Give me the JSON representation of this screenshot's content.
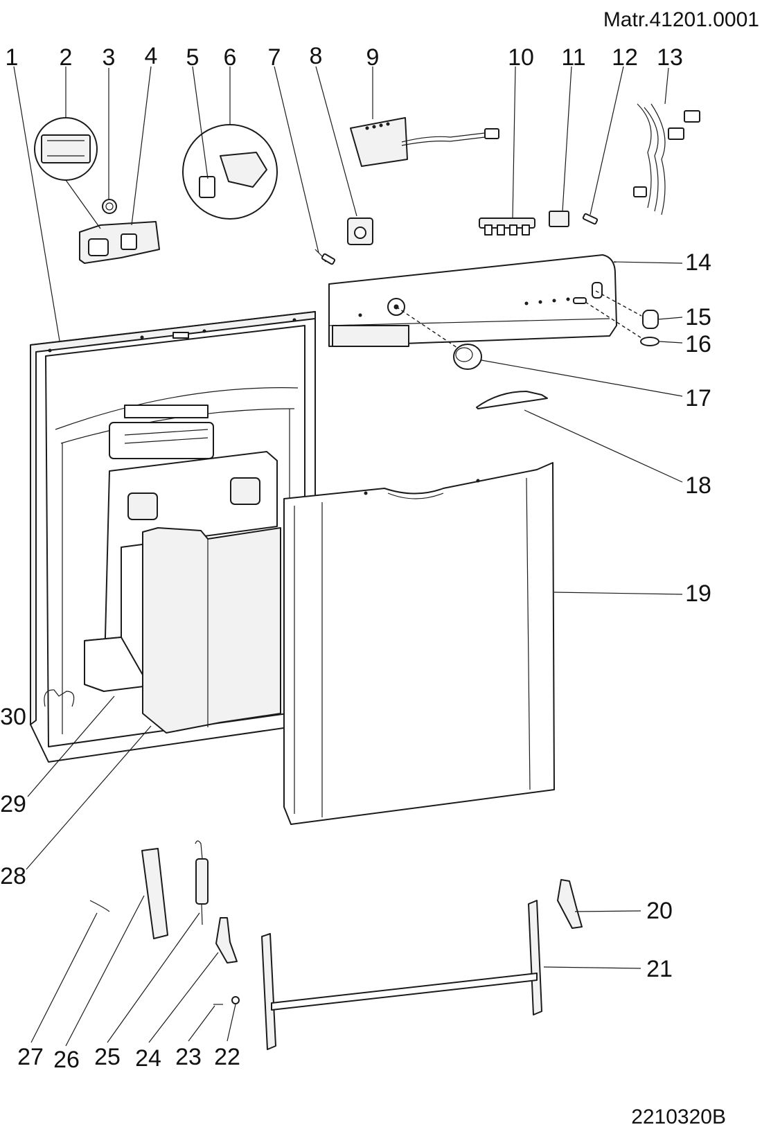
{
  "header": {
    "material_code": "Matr.41201.0001"
  },
  "footer": {
    "drawing_code": "2210320B"
  },
  "callouts": {
    "c1": "1",
    "c2": "2",
    "c3": "3",
    "c4": "4",
    "c5": "5",
    "c6": "6",
    "c7": "7",
    "c8": "8",
    "c9": "9",
    "c10": "10",
    "c11": "11",
    "c12": "12",
    "c13": "13",
    "c14": "14",
    "c15": "15",
    "c16": "16",
    "c17": "17",
    "c18": "18",
    "c19": "19",
    "c20": "20",
    "c21": "21",
    "c22": "22",
    "c23": "23",
    "c24": "24",
    "c25": "25",
    "c26": "26",
    "c27": "27",
    "c28": "28",
    "c29": "29",
    "c30": "30"
  }
}
